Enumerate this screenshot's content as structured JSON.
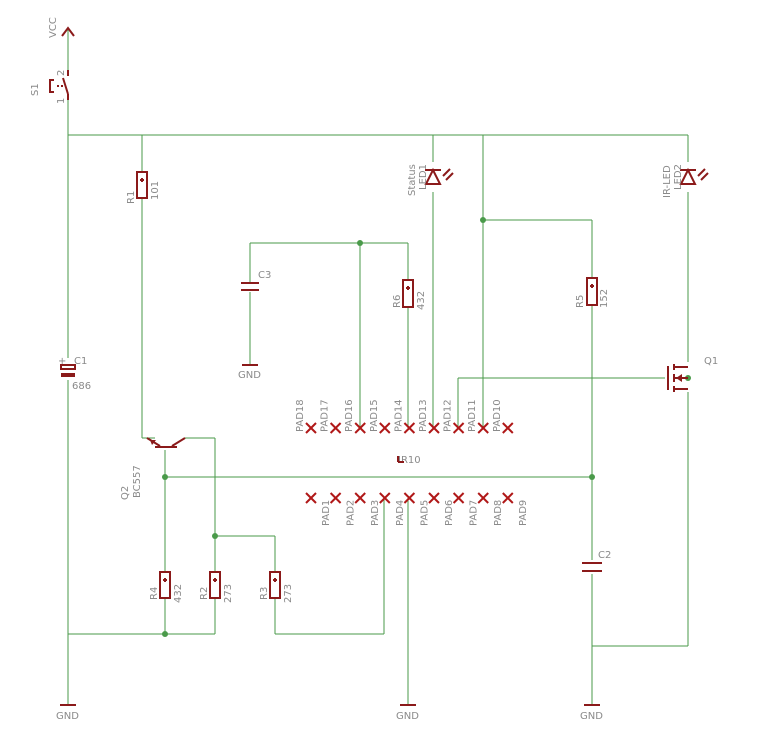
{
  "supply": {
    "vcc": "VCC",
    "gnd": "GND"
  },
  "switch": {
    "name": "S1",
    "pin1": "1",
    "pin2": "2"
  },
  "capacitors": {
    "c1": {
      "name": "C1",
      "value": "686"
    },
    "c2": {
      "name": "C2"
    },
    "c3": {
      "name": "C3"
    }
  },
  "resistors": {
    "r1": {
      "name": "R1",
      "value": "101"
    },
    "r2": {
      "name": "R2",
      "value": "273"
    },
    "r3": {
      "name": "R3",
      "value": "273"
    },
    "r4": {
      "name": "R4",
      "value": "432"
    },
    "r5": {
      "name": "R5",
      "value": "152"
    },
    "r6": {
      "name": "R6",
      "value": "432"
    }
  },
  "leds": {
    "led1": {
      "name": "LED1",
      "value": "Status"
    },
    "led2": {
      "name": "LED2",
      "value": "IR-LED"
    }
  },
  "transistors": {
    "q1": {
      "name": "Q1"
    },
    "q2": {
      "name": "Q2",
      "value": "BC557"
    }
  },
  "ic": {
    "name": "IR10"
  },
  "pads_top": [
    "PAD18",
    "PAD17",
    "PAD16",
    "PAD15",
    "PAD14",
    "PAD13",
    "PAD12",
    "PAD11",
    "PAD10"
  ],
  "pads_bottom": [
    "PAD1",
    "PAD2",
    "PAD3",
    "PAD4",
    "PAD5",
    "PAD6",
    "PAD7",
    "PAD8",
    "PAD9"
  ],
  "plus_sign": "+"
}
